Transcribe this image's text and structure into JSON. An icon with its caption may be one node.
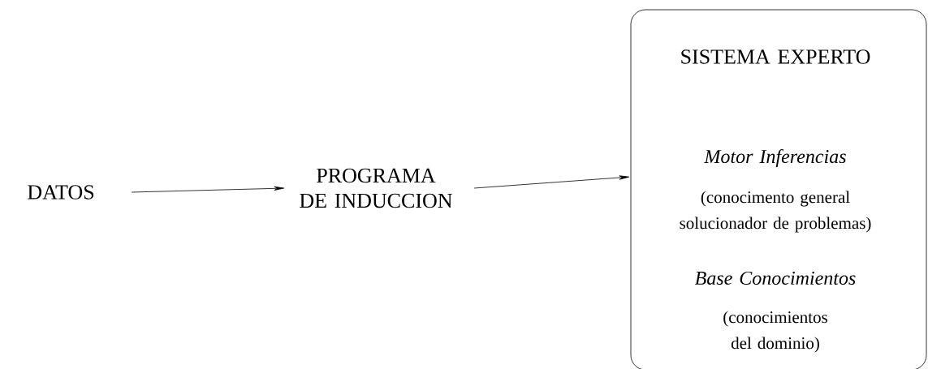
{
  "diagram": {
    "nodes": [
      {
        "text": [
          "DATOS"
        ]
      },
      {
        "text": [
          "PROGRAMA DE INDUCCION"
        ]
      },
      {
        "text": [
          "SISTEMA EXPERTO",
          "*Motor Inferencias*",
          "(conocimento general solucionador de problemas)",
          "*Base Conocimientos*",
          "(conocimientos del dominio)"
        ]
      }
    ],
    "edges": [
      {
        "from": 0,
        "to": 1,
        "arrow": "to"
      },
      {
        "from": 1,
        "to": 2,
        "arrow": "to"
      }
    ]
  }
}
